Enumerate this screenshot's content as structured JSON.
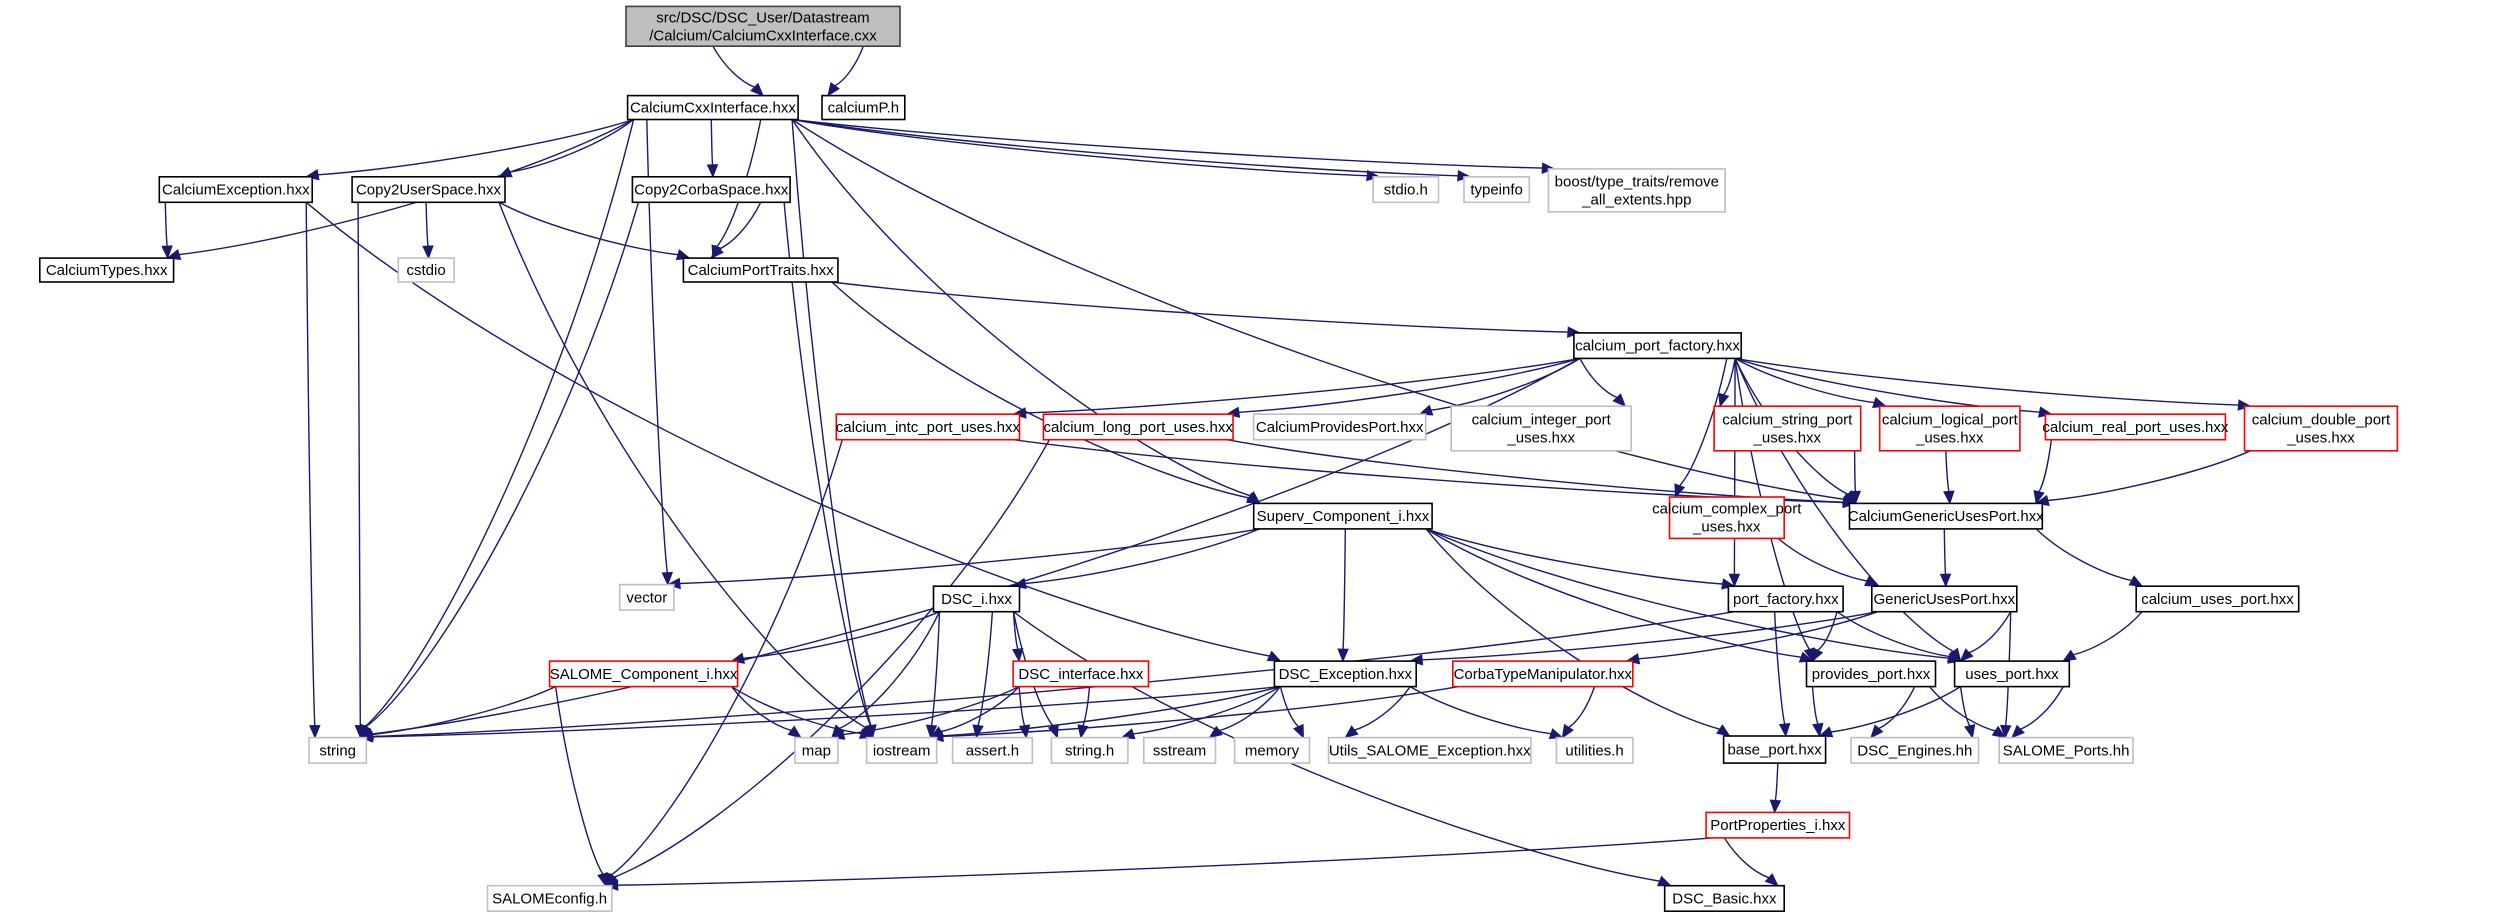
{
  "diagram": {
    "title": "Include dependency graph for CalciumCxxInterface.cxx",
    "colors": {
      "edge": "#191970",
      "root_fill": "#bfbfbf",
      "normal_border": "#000000",
      "external_border": "#bfbfbf",
      "truncated_border": "#ff0000"
    },
    "nodes": [
      {
        "id": "root",
        "lines": [
          "src/DSC/DSC_User/Datastream",
          "/Calcium/CalciumCxxInterface.cxx"
        ],
        "kind": "root"
      },
      {
        "id": "CalciumCxxInterface_hxx",
        "lines": [
          "CalciumCxxInterface.hxx"
        ],
        "kind": "normal"
      },
      {
        "id": "calciumP_h",
        "lines": [
          "calciumP.h"
        ],
        "kind": "normal"
      },
      {
        "id": "CalciumException_hxx",
        "lines": [
          "CalciumException.hxx"
        ],
        "kind": "normal"
      },
      {
        "id": "Copy2UserSpace_hxx",
        "lines": [
          "Copy2UserSpace.hxx"
        ],
        "kind": "normal"
      },
      {
        "id": "Copy2CorbaSpace_hxx",
        "lines": [
          "Copy2CorbaSpace.hxx"
        ],
        "kind": "normal"
      },
      {
        "id": "stdio_h",
        "lines": [
          "stdio.h"
        ],
        "kind": "external"
      },
      {
        "id": "typeinfo",
        "lines": [
          "typeinfo"
        ],
        "kind": "external"
      },
      {
        "id": "boost_remove_all_extents",
        "lines": [
          "boost/type_traits/remove",
          "_all_extents.hpp"
        ],
        "kind": "external"
      },
      {
        "id": "CalciumTypes_hxx",
        "lines": [
          "CalciumTypes.hxx"
        ],
        "kind": "normal"
      },
      {
        "id": "cstdio",
        "lines": [
          "cstdio"
        ],
        "kind": "external"
      },
      {
        "id": "CalciumPortTraits_hxx",
        "lines": [
          "CalciumPortTraits.hxx"
        ],
        "kind": "normal"
      },
      {
        "id": "calcium_port_factory_hxx",
        "lines": [
          "calcium_port_factory.hxx"
        ],
        "kind": "normal"
      },
      {
        "id": "calcium_intc_port_uses_hxx",
        "lines": [
          "calcium_intc_port_uses.hxx"
        ],
        "kind": "truncated"
      },
      {
        "id": "calcium_long_port_uses_hxx",
        "lines": [
          "calcium_long_port_uses.hxx"
        ],
        "kind": "truncated"
      },
      {
        "id": "CalciumProvidesPort_hxx",
        "lines": [
          "CalciumProvidesPort.hxx"
        ],
        "kind": "external"
      },
      {
        "id": "calcium_integer_port_uses_hxx",
        "lines": [
          "calcium_integer_port",
          "_uses.hxx"
        ],
        "kind": "external"
      },
      {
        "id": "calcium_string_port_uses_hxx",
        "lines": [
          "calcium_string_port",
          "_uses.hxx"
        ],
        "kind": "truncated"
      },
      {
        "id": "calcium_logical_port_uses_hxx",
        "lines": [
          "calcium_logical_port",
          "_uses.hxx"
        ],
        "kind": "truncated"
      },
      {
        "id": "calcium_real_port_uses_hxx",
        "lines": [
          "calcium_real_port_uses.hxx"
        ],
        "kind": "truncated"
      },
      {
        "id": "calcium_double_port_uses_hxx",
        "lines": [
          "calcium_double_port",
          "_uses.hxx"
        ],
        "kind": "truncated"
      },
      {
        "id": "calcium_complex_port_uses_hxx",
        "lines": [
          "calcium_complex_port",
          "_uses.hxx"
        ],
        "kind": "truncated"
      },
      {
        "id": "CalciumGenericUsesPort_hxx",
        "lines": [
          "CalciumGenericUsesPort.hxx"
        ],
        "kind": "normal"
      },
      {
        "id": "Superv_Component_i_hxx",
        "lines": [
          "Superv_Component_i.hxx"
        ],
        "kind": "normal"
      },
      {
        "id": "vector",
        "lines": [
          "vector"
        ],
        "kind": "external"
      },
      {
        "id": "DSC_i_hxx",
        "lines": [
          "DSC_i.hxx"
        ],
        "kind": "normal"
      },
      {
        "id": "port_factory_hxx",
        "lines": [
          "port_factory.hxx"
        ],
        "kind": "normal"
      },
      {
        "id": "GenericUsesPort_hxx",
        "lines": [
          "GenericUsesPort.hxx"
        ],
        "kind": "normal"
      },
      {
        "id": "calcium_uses_port_hxx",
        "lines": [
          "calcium_uses_port.hxx"
        ],
        "kind": "normal"
      },
      {
        "id": "SALOME_Component_i_hxx",
        "lines": [
          "SALOME_Component_i.hxx"
        ],
        "kind": "truncated"
      },
      {
        "id": "DSC_interface_hxx",
        "lines": [
          "DSC_interface.hxx"
        ],
        "kind": "truncated"
      },
      {
        "id": "DSC_Exception_hxx",
        "lines": [
          "DSC_Exception.hxx"
        ],
        "kind": "normal"
      },
      {
        "id": "CorbaTypeManipulator_hxx",
        "lines": [
          "CorbaTypeManipulator.hxx"
        ],
        "kind": "truncated"
      },
      {
        "id": "provides_port_hxx",
        "lines": [
          "provides_port.hxx"
        ],
        "kind": "normal"
      },
      {
        "id": "uses_port_hxx",
        "lines": [
          "uses_port.hxx"
        ],
        "kind": "normal"
      },
      {
        "id": "string",
        "lines": [
          "string"
        ],
        "kind": "external"
      },
      {
        "id": "map",
        "lines": [
          "map"
        ],
        "kind": "external"
      },
      {
        "id": "iostream",
        "lines": [
          "iostream"
        ],
        "kind": "external"
      },
      {
        "id": "assert_h",
        "lines": [
          "assert.h"
        ],
        "kind": "external"
      },
      {
        "id": "string_h",
        "lines": [
          "string.h"
        ],
        "kind": "external"
      },
      {
        "id": "sstream",
        "lines": [
          "sstream"
        ],
        "kind": "external"
      },
      {
        "id": "memory",
        "lines": [
          "memory"
        ],
        "kind": "external"
      },
      {
        "id": "Utils_SALOME_Exception_hxx",
        "lines": [
          "Utils_SALOME_Exception.hxx"
        ],
        "kind": "external"
      },
      {
        "id": "utilities_h",
        "lines": [
          "utilities.h"
        ],
        "kind": "external"
      },
      {
        "id": "base_port_hxx",
        "lines": [
          "base_port.hxx"
        ],
        "kind": "normal"
      },
      {
        "id": "DSC_Engines_hh",
        "lines": [
          "DSC_Engines.hh"
        ],
        "kind": "external"
      },
      {
        "id": "SALOME_Ports_hh",
        "lines": [
          "SALOME_Ports.hh"
        ],
        "kind": "external"
      },
      {
        "id": "PortProperties_i_hxx",
        "lines": [
          "PortProperties_i.hxx"
        ],
        "kind": "truncated"
      },
      {
        "id": "SALOMEconfig_h",
        "lines": [
          "SALOMEconfig.h"
        ],
        "kind": "external"
      },
      {
        "id": "DSC_Basic_hxx",
        "lines": [
          "DSC_Basic.hxx"
        ],
        "kind": "normal"
      }
    ],
    "edges": [
      [
        "root",
        "CalciumCxxInterface_hxx"
      ],
      [
        "root",
        "calciumP_h"
      ],
      [
        "CalciumCxxInterface_hxx",
        "CalciumException_hxx"
      ],
      [
        "CalciumCxxInterface_hxx",
        "Copy2UserSpace_hxx"
      ],
      [
        "CalciumCxxInterface_hxx",
        "Copy2CorbaSpace_hxx"
      ],
      [
        "CalciumCxxInterface_hxx",
        "stdio_h"
      ],
      [
        "CalciumCxxInterface_hxx",
        "typeinfo"
      ],
      [
        "CalciumCxxInterface_hxx",
        "boost_remove_all_extents"
      ],
      [
        "CalciumCxxInterface_hxx",
        "CalciumTypes_hxx"
      ],
      [
        "CalciumCxxInterface_hxx",
        "CalciumPortTraits_hxx"
      ],
      [
        "CalciumCxxInterface_hxx",
        "string"
      ],
      [
        "CalciumCxxInterface_hxx",
        "vector"
      ],
      [
        "CalciumCxxInterface_hxx",
        "iostream"
      ],
      [
        "CalciumCxxInterface_hxx",
        "Superv_Component_i_hxx"
      ],
      [
        "CalciumCxxInterface_hxx",
        "CalciumGenericUsesPort_hxx"
      ],
      [
        "CalciumException_hxx",
        "CalciumTypes_hxx"
      ],
      [
        "CalciumException_hxx",
        "string"
      ],
      [
        "CalciumException_hxx",
        "DSC_Exception_hxx"
      ],
      [
        "Copy2UserSpace_hxx",
        "cstdio"
      ],
      [
        "Copy2UserSpace_hxx",
        "CalciumPortTraits_hxx"
      ],
      [
        "Copy2UserSpace_hxx",
        "string"
      ],
      [
        "Copy2UserSpace_hxx",
        "iostream"
      ],
      [
        "Copy2CorbaSpace_hxx",
        "CalciumPortTraits_hxx"
      ],
      [
        "Copy2CorbaSpace_hxx",
        "string"
      ],
      [
        "Copy2CorbaSpace_hxx",
        "iostream"
      ],
      [
        "CalciumPortTraits_hxx",
        "calcium_port_factory_hxx"
      ],
      [
        "CalciumPortTraits_hxx",
        "Superv_Component_i_hxx"
      ],
      [
        "calcium_port_factory_hxx",
        "calcium_intc_port_uses_hxx"
      ],
      [
        "calcium_port_factory_hxx",
        "calcium_long_port_uses_hxx"
      ],
      [
        "calcium_port_factory_hxx",
        "CalciumProvidesPort_hxx"
      ],
      [
        "calcium_port_factory_hxx",
        "calcium_integer_port_uses_hxx"
      ],
      [
        "calcium_port_factory_hxx",
        "calcium_string_port_uses_hxx"
      ],
      [
        "calcium_port_factory_hxx",
        "calcium_logical_port_uses_hxx"
      ],
      [
        "calcium_port_factory_hxx",
        "calcium_real_port_uses_hxx"
      ],
      [
        "calcium_port_factory_hxx",
        "calcium_double_port_uses_hxx"
      ],
      [
        "calcium_port_factory_hxx",
        "calcium_complex_port_uses_hxx"
      ],
      [
        "calcium_port_factory_hxx",
        "CalciumGenericUsesPort_hxx"
      ],
      [
        "calcium_port_factory_hxx",
        "port_factory_hxx"
      ],
      [
        "calcium_port_factory_hxx",
        "provides_port_hxx"
      ],
      [
        "calcium_port_factory_hxx",
        "uses_port_hxx"
      ],
      [
        "calcium_port_factory_hxx",
        "string"
      ],
      [
        "calcium_intc_port_uses_hxx",
        "CalciumGenericUsesPort_hxx"
      ],
      [
        "calcium_intc_port_uses_hxx",
        "SALOMEconfig_h"
      ],
      [
        "calcium_long_port_uses_hxx",
        "CalciumGenericUsesPort_hxx"
      ],
      [
        "calcium_long_port_uses_hxx",
        "SALOMEconfig_h"
      ],
      [
        "calcium_string_port_uses_hxx",
        "CalciumGenericUsesPort_hxx"
      ],
      [
        "calcium_logical_port_uses_hxx",
        "CalciumGenericUsesPort_hxx"
      ],
      [
        "calcium_real_port_uses_hxx",
        "CalciumGenericUsesPort_hxx"
      ],
      [
        "calcium_double_port_uses_hxx",
        "CalciumGenericUsesPort_hxx"
      ],
      [
        "calcium_complex_port_uses_hxx",
        "GenericUsesPort_hxx"
      ],
      [
        "CalciumGenericUsesPort_hxx",
        "GenericUsesPort_hxx"
      ],
      [
        "CalciumGenericUsesPort_hxx",
        "calcium_uses_port_hxx"
      ],
      [
        "Superv_Component_i_hxx",
        "vector"
      ],
      [
        "Superv_Component_i_hxx",
        "DSC_i_hxx"
      ],
      [
        "Superv_Component_i_hxx",
        "port_factory_hxx"
      ],
      [
        "Superv_Component_i_hxx",
        "DSC_Exception_hxx"
      ],
      [
        "Superv_Component_i_hxx",
        "provides_port_hxx"
      ],
      [
        "Superv_Component_i_hxx",
        "uses_port_hxx"
      ],
      [
        "Superv_Component_i_hxx",
        "base_port_hxx"
      ],
      [
        "DSC_i_hxx",
        "SALOME_Component_i_hxx"
      ],
      [
        "DSC_i_hxx",
        "DSC_interface_hxx"
      ],
      [
        "DSC_i_hxx",
        "map"
      ],
      [
        "DSC_i_hxx",
        "iostream"
      ],
      [
        "DSC_i_hxx",
        "assert_h"
      ],
      [
        "DSC_i_hxx",
        "string_h"
      ],
      [
        "DSC_i_hxx",
        "DSC_Basic_hxx"
      ],
      [
        "port_factory_hxx",
        "base_port_hxx"
      ],
      [
        "port_factory_hxx",
        "provides_port_hxx"
      ],
      [
        "port_factory_hxx",
        "uses_port_hxx"
      ],
      [
        "port_factory_hxx",
        "string"
      ],
      [
        "GenericUsesPort_hxx",
        "DSC_Exception_hxx"
      ],
      [
        "GenericUsesPort_hxx",
        "CorbaTypeManipulator_hxx"
      ],
      [
        "GenericUsesPort_hxx",
        "uses_port_hxx"
      ],
      [
        "GenericUsesPort_hxx",
        "SALOME_Ports_hh"
      ],
      [
        "calcium_uses_port_hxx",
        "uses_port_hxx"
      ],
      [
        "SALOME_Component_i_hxx",
        "string"
      ],
      [
        "SALOME_Component_i_hxx",
        "map"
      ],
      [
        "SALOME_Component_i_hxx",
        "iostream"
      ],
      [
        "SALOME_Component_i_hxx",
        "SALOMEconfig_h"
      ],
      [
        "DSC_interface_hxx",
        "iostream"
      ],
      [
        "DSC_interface_hxx",
        "map"
      ],
      [
        "DSC_interface_hxx",
        "assert_h"
      ],
      [
        "DSC_interface_hxx",
        "string_h"
      ],
      [
        "DSC_Exception_hxx",
        "string"
      ],
      [
        "DSC_Exception_hxx",
        "iostream"
      ],
      [
        "DSC_Exception_hxx",
        "sstream"
      ],
      [
        "DSC_Exception_hxx",
        "memory"
      ],
      [
        "DSC_Exception_hxx",
        "Utils_SALOME_Exception_hxx"
      ],
      [
        "DSC_Exception_hxx",
        "utilities_h"
      ],
      [
        "DSC_Exception_hxx",
        "string_h"
      ],
      [
        "CorbaTypeManipulator_hxx",
        "utilities_h"
      ],
      [
        "CorbaTypeManipulator_hxx",
        "iostream"
      ],
      [
        "provides_port_hxx",
        "base_port_hxx"
      ],
      [
        "provides_port_hxx",
        "DSC_Engines_hh"
      ],
      [
        "provides_port_hxx",
        "SALOME_Ports_hh"
      ],
      [
        "uses_port_hxx",
        "base_port_hxx"
      ],
      [
        "uses_port_hxx",
        "DSC_Engines_hh"
      ],
      [
        "uses_port_hxx",
        "SALOME_Ports_hh"
      ],
      [
        "base_port_hxx",
        "PortProperties_i_hxx"
      ],
      [
        "PortProperties_i_hxx",
        "SALOMEconfig_h"
      ],
      [
        "PortProperties_i_hxx",
        "DSC_Basic_hxx"
      ]
    ]
  }
}
